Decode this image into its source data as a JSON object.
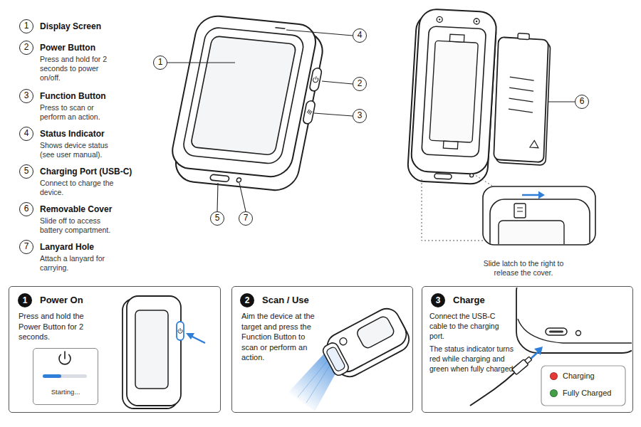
{
  "diagram": {
    "nodes": [
      {
        "text": [
          "1",
          "Power On",
          "Press and hold the Power Button for 2 seconds."
        ]
      },
      {
        "text": [
          "Starting..."
        ],
        "in": 0
      },
      {
        "text": [
          "2",
          "Scan / Use",
          "Aim the device at the target and press the Function Button to scan or perform an action."
        ]
      },
      {
        "text": [
          "3",
          "Charge",
          "Connect the USB-C cable to the charging port.",
          "The status indicator turns red while charging and green when fully charged."
        ]
      }
    ],
    "labels": [
      "1",
      "Display Screen",
      "2",
      "Power Button",
      "Press and hold for 2 seconds to power on/off.",
      "3",
      "Function Button",
      "Press to scan or perform an action.",
      "4",
      "Status Indicator",
      "Shows device status (see user manual).",
      "5",
      "Charging Port (USB-C)",
      "Connect to charge the device.",
      "6",
      "Removable Cover",
      "Slide off to access battery compartment.",
      "7",
      "Lanyard Hole",
      "Attach a lanyard for carrying.",
      "1",
      "4",
      "2",
      "3",
      "5",
      "7",
      "6",
      "Slide latch to the right to release the cover."
    ],
    "legend": [
      {
        "text": "Charging",
        "color": "#e53935"
      },
      {
        "text": "Fully Charged",
        "color": "#43a047"
      }
    ]
  }
}
